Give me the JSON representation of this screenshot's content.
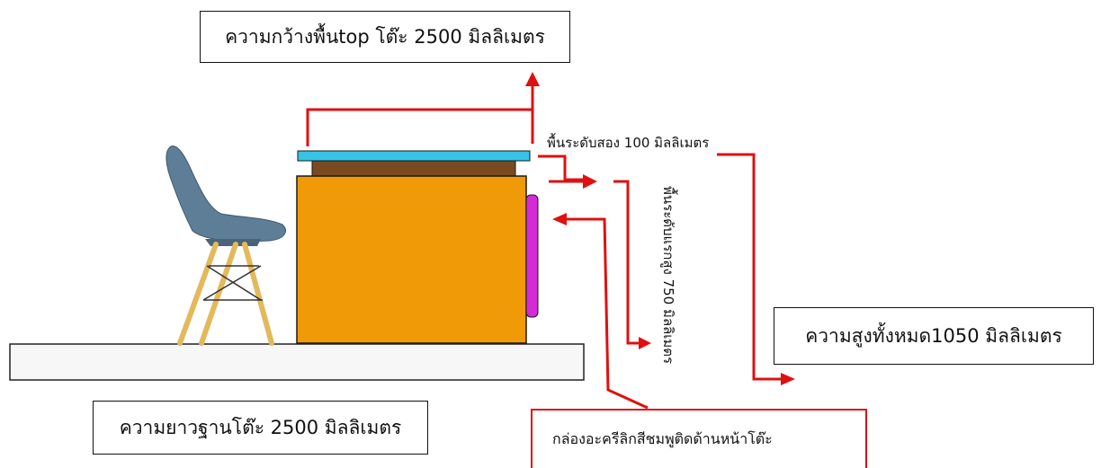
{
  "labels": {
    "top_width": "ความกว้างพื้นtop โต๊ะ 2500 มิลลิเมตร",
    "second_level": "พื้นระดับสอง 100 มิลลิเมตร",
    "first_level_height": "พื้นระดับแรกสูง 750 มิลลิเมตร",
    "total_height": "ความสูงทั้งหมด1050 มิลลิเมตร",
    "base_length": "ความยาวฐานโต๊ะ 2500 มิลลิเมตร",
    "acrylic_box": "กล่องอะครีลิกสีชมพูติดด้านหน้าโต๊ะ"
  },
  "colors": {
    "annotation_red": "#e01010",
    "table_top_cyan": "#35c4e6",
    "second_tier_brown": "#7a4a22",
    "cabinet_orange": "#f09a08",
    "acrylic_magenta": "#d62ad6",
    "chair_seat_blue": "#5d7e96",
    "chair_leg_wood": "#e3b95c"
  }
}
